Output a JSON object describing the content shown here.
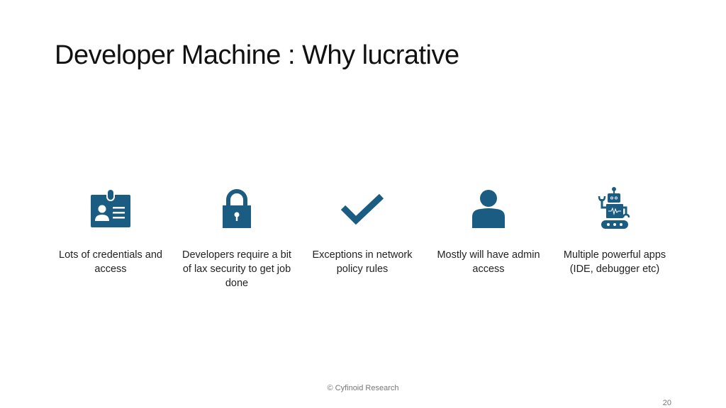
{
  "slide": {
    "title": "Developer Machine : Why lucrative",
    "accent_color": "#1b5d82",
    "items": [
      {
        "icon": "id-badge-icon",
        "caption": "Lots of credentials and access"
      },
      {
        "icon": "padlock-icon",
        "caption": "Developers require a bit of lax security to get job done"
      },
      {
        "icon": "checkmark-icon",
        "caption": "Exceptions in network policy rules"
      },
      {
        "icon": "user-icon",
        "caption": "Mostly will have admin access"
      },
      {
        "icon": "robot-icon",
        "caption": "Multiple powerful apps (IDE, debugger etc)"
      }
    ],
    "footer": "© Cyfinoid Research",
    "page_number": "20"
  }
}
